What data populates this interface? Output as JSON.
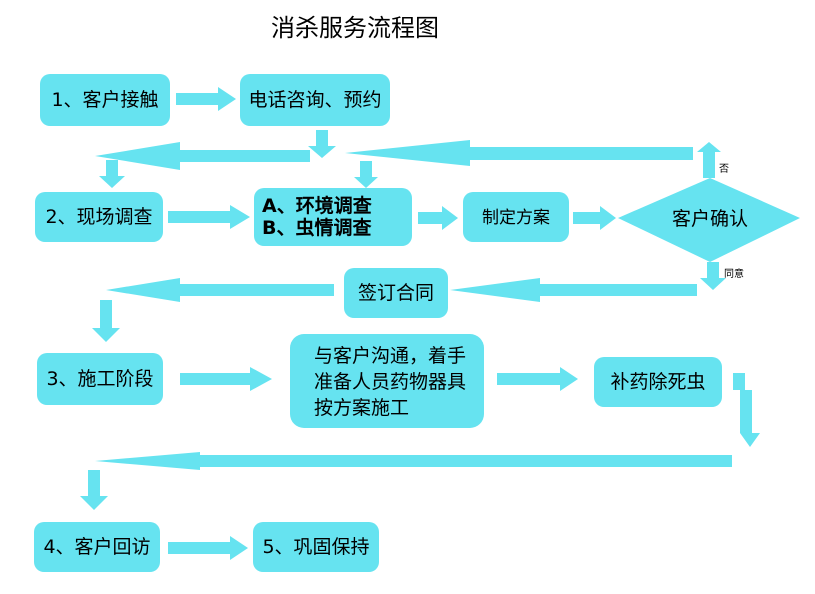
{
  "title": "消杀服务流程图",
  "colors": {
    "box": "#66E3F0",
    "arrow": "#66E3F0",
    "text": "#000000"
  },
  "nodes": {
    "contact": "1、客户接触",
    "consult": "电话咨询、预约",
    "survey": "2、现场调查",
    "investigation": [
      "A、环境调查",
      "B、虫情调查"
    ],
    "plan": "制定方案",
    "confirm": "客户确认",
    "contract": "签订合同",
    "construction": "3、施工阶段",
    "communicate": [
      "与客户沟通，着手",
      "准备人员药物器具",
      "按方案施工"
    ],
    "supplement": "补药除死虫",
    "revisit": "4、客户回访",
    "maintain": "5、巩固保持"
  },
  "labels": {
    "no": "否",
    "agree": "同意"
  }
}
